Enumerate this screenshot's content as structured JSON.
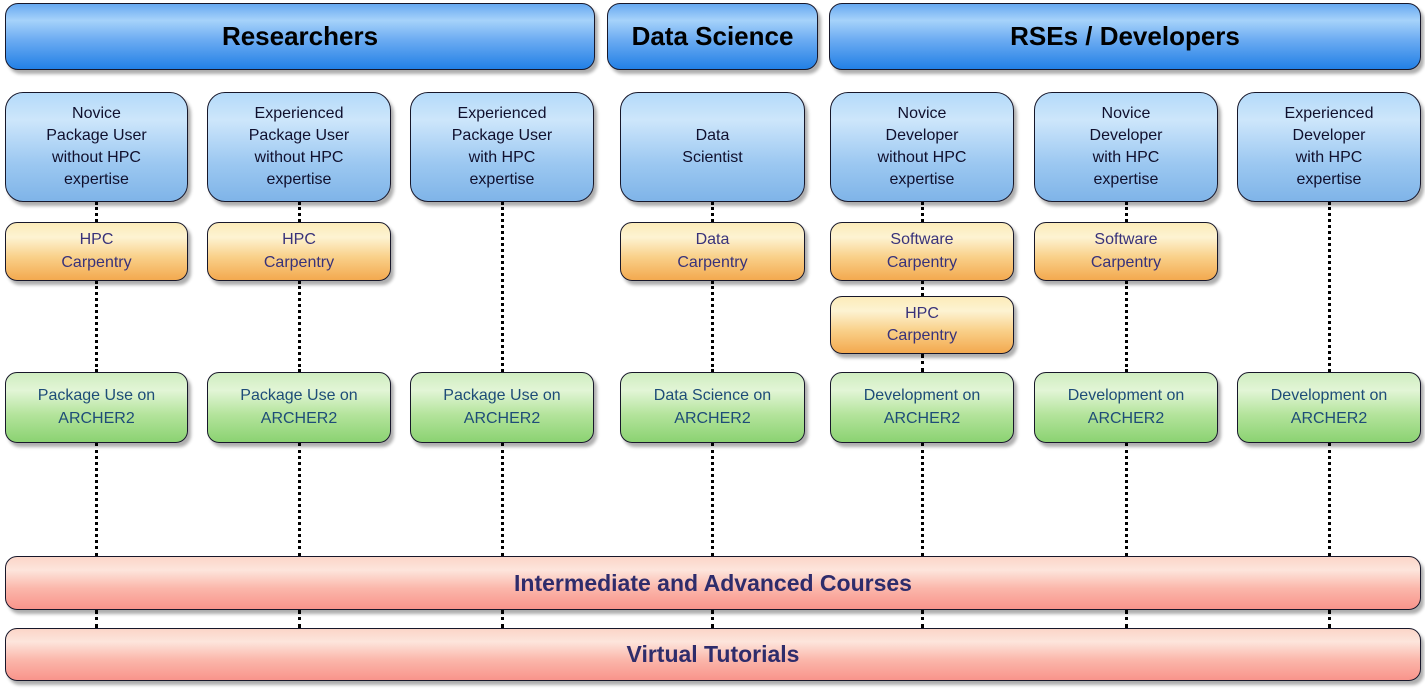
{
  "headers": {
    "researchers": "Researchers",
    "data_science": "Data Science",
    "rses_developers": "RSEs / Developers"
  },
  "columns": [
    {
      "persona": "Novice\nPackage User\nwithout HPC\nexpertise",
      "carpentry": "HPC\nCarpentry",
      "course": "Package Use on\nARCHER2"
    },
    {
      "persona": "Experienced\nPackage User\nwithout HPC\nexpertise",
      "carpentry": "HPC\nCarpentry",
      "course": "Package Use on\nARCHER2"
    },
    {
      "persona": "Experienced\nPackage User\nwith HPC\nexpertise",
      "course": "Package Use on\nARCHER2"
    },
    {
      "persona": "Data\nScientist",
      "carpentry": "Data\nCarpentry",
      "course": "Data Science on\nARCHER2"
    },
    {
      "persona": "Novice\nDeveloper\nwithout HPC\nexpertise",
      "carpentry": "Software\nCarpentry",
      "carpentry2": "HPC\nCarpentry",
      "course": "Development on\nARCHER2"
    },
    {
      "persona": "Novice\nDeveloper\nwith HPC\nexpertise",
      "carpentry": "Software\nCarpentry",
      "course": "Development on\nARCHER2"
    },
    {
      "persona": "Experienced\nDeveloper\nwith HPC\nexpertise",
      "course": "Development on\nARCHER2"
    }
  ],
  "footers": {
    "intermediate_advanced": "Intermediate and Advanced Courses",
    "virtual_tutorials": "Virtual Tutorials"
  },
  "colors": {
    "header_gradient_top": "#A6D2FA",
    "header_gradient_bottom": "#2280E6",
    "persona_gradient_top": "#CDE6FB",
    "persona_gradient_bottom": "#7FB4E8",
    "carpentry_gradient_top": "#FDF3D2",
    "carpentry_gradient_bottom": "#F3A94F",
    "course_gradient_top": "#E2F5D6",
    "course_gradient_bottom": "#8BD272",
    "footer_gradient_top": "#FDE5DC",
    "footer_gradient_bottom": "#F9948B",
    "connector": "#000000",
    "header_text": "#000000",
    "persona_text": "#10102E",
    "carpentry_text": "#38327A",
    "course_text": "#1E4C78",
    "footer_text": "#2E2C6B"
  }
}
